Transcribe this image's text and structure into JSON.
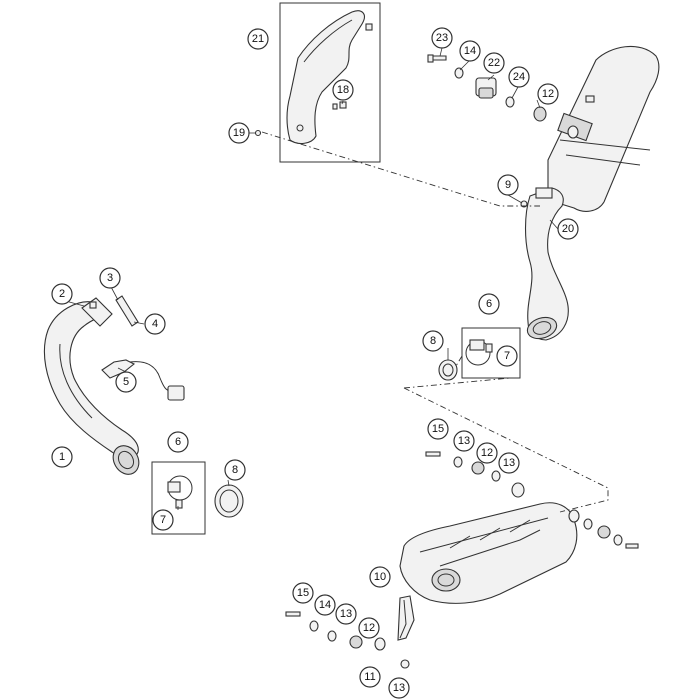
{
  "callouts": [
    {
      "id": "c1",
      "label": "1"
    },
    {
      "id": "c2",
      "label": "2"
    },
    {
      "id": "c3",
      "label": "3"
    },
    {
      "id": "c4",
      "label": "4"
    },
    {
      "id": "c5",
      "label": "5"
    },
    {
      "id": "c6a",
      "label": "6"
    },
    {
      "id": "c7a",
      "label": "7"
    },
    {
      "id": "c8a",
      "label": "8"
    },
    {
      "id": "c6b",
      "label": "6"
    },
    {
      "id": "c7b",
      "label": "7"
    },
    {
      "id": "c8b",
      "label": "8"
    },
    {
      "id": "c9",
      "label": "9"
    },
    {
      "id": "c10",
      "label": "10"
    },
    {
      "id": "c11",
      "label": "11"
    },
    {
      "id": "c12a",
      "label": "12"
    },
    {
      "id": "c12b",
      "label": "12"
    },
    {
      "id": "c12c",
      "label": "12"
    },
    {
      "id": "c13a",
      "label": "13"
    },
    {
      "id": "c13b",
      "label": "13"
    },
    {
      "id": "c13c",
      "label": "13"
    },
    {
      "id": "c13d",
      "label": "13"
    },
    {
      "id": "c14a",
      "label": "14"
    },
    {
      "id": "c14b",
      "label": "14"
    },
    {
      "id": "c15a",
      "label": "15"
    },
    {
      "id": "c15b",
      "label": "15"
    },
    {
      "id": "c18",
      "label": "18"
    },
    {
      "id": "c19",
      "label": "19"
    },
    {
      "id": "c20",
      "label": "20"
    },
    {
      "id": "c21",
      "label": "21"
    },
    {
      "id": "c22",
      "label": "22"
    },
    {
      "id": "c23",
      "label": "23"
    },
    {
      "id": "c24",
      "label": "24"
    }
  ]
}
